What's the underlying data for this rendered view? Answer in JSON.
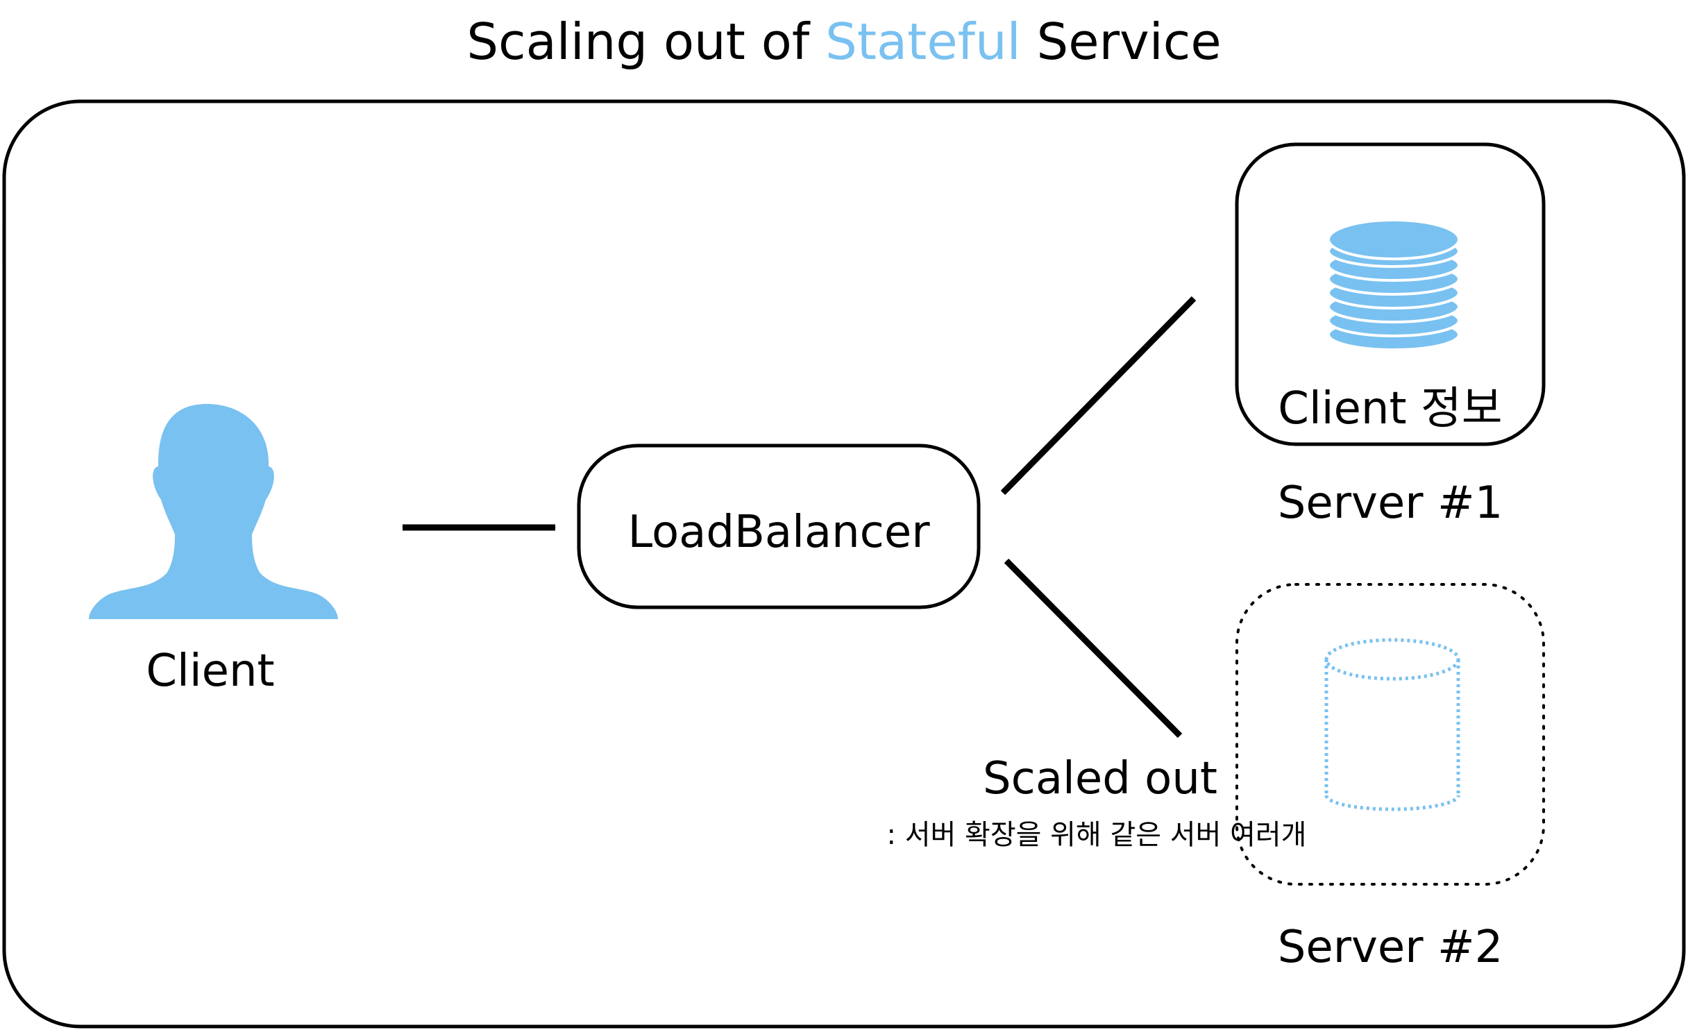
{
  "title": {
    "prefix": "Scaling out of ",
    "highlight": "Stateful",
    "suffix": " Service"
  },
  "client": {
    "label": "Client",
    "icon": "person-silhouette-icon"
  },
  "load_balancer": {
    "label": "LoadBalancer"
  },
  "server1": {
    "inner_label": "Client 정보",
    "caption": "Server #1",
    "icon": "database-stack-icon"
  },
  "server2": {
    "caption": "Server #2",
    "icon": "empty-cylinder-icon"
  },
  "scaled_out": {
    "label": "Scaled out",
    "description": ": 서버 확장을 위해 같은 서버 여러개"
  },
  "colors": {
    "accent": "#79c1f0",
    "stroke": "#000000"
  }
}
